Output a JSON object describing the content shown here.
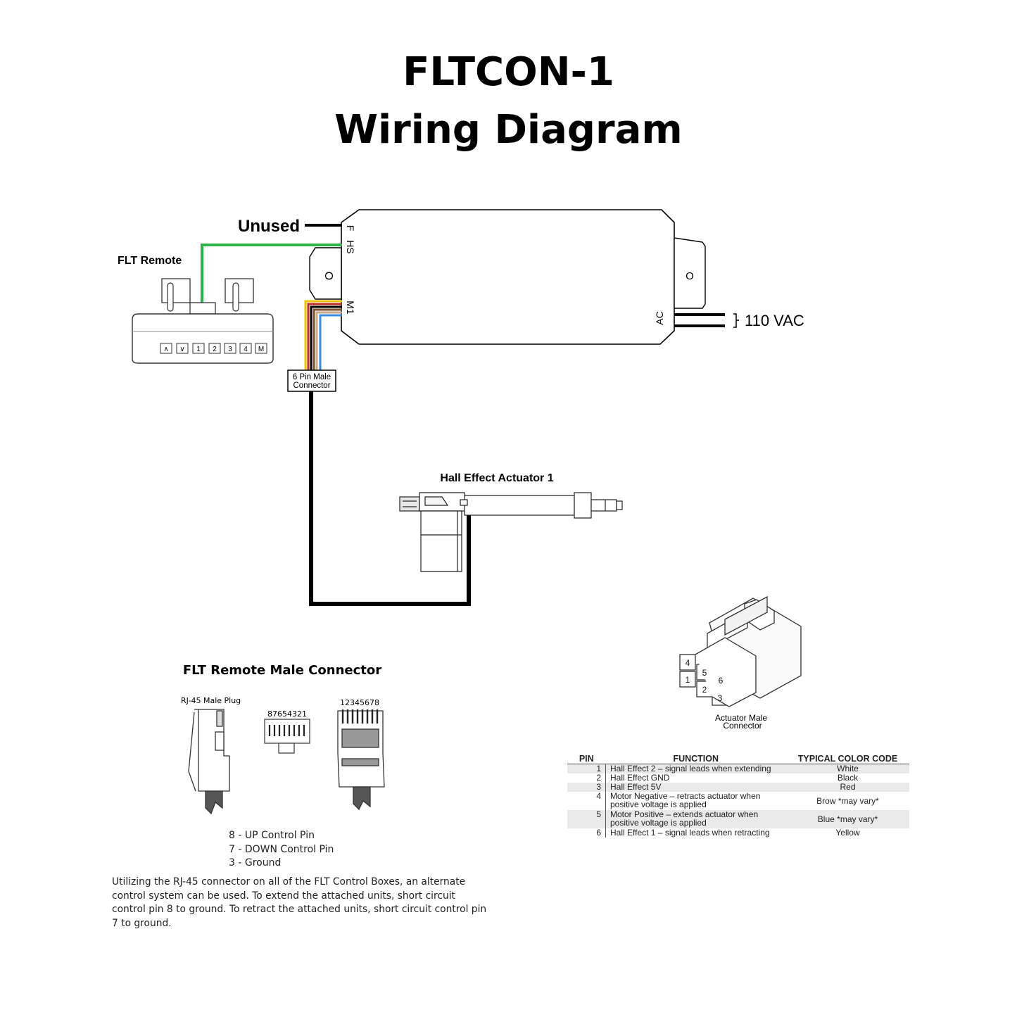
{
  "title": {
    "line1": "FLTCON-1",
    "line2": "Wiring Diagram"
  },
  "control_box": {
    "port_f": "F",
    "port_hs": "HS",
    "port_m1": "M1",
    "port_ac": "AC",
    "left_mark": "O",
    "right_mark": "O"
  },
  "labels": {
    "unused": "Unused",
    "flt_remote": "FLT Remote",
    "voltage": "110 VAC",
    "connector_line1": "6 Pin Male",
    "connector_line2": "Connector",
    "actuator": "Hall Effect Actuator 1",
    "male_connector_line1": "Actuator Male",
    "male_connector_line2": "Connector"
  },
  "remote_buttons": [
    "∧",
    "∨",
    "1",
    "2",
    "3",
    "4",
    "M"
  ],
  "actuator_connector_pins": [
    "4",
    "5",
    "6",
    "1",
    "2",
    "3"
  ],
  "rj45": {
    "heading": "FLT Remote  Male Connector",
    "plug_label": "RJ-45 Male Plug",
    "pins_reversed": "87654321",
    "pins_forward": "12345678",
    "notes": [
      "8 - UP Control Pin",
      "7 - DOWN Control Pin",
      "3 - Ground"
    ],
    "paragraph": "Utilizing the RJ-45 connector on all of the FLT Control Boxes, an alternate control system can be used. To extend the attached units, short circuit control pin 8 to ground. To retract the attached units, short circuit control pin 7 to ground."
  },
  "pin_table": {
    "headers": {
      "pin": "PIN",
      "function": "FUNCTION",
      "color": "TYPICAL COLOR CODE"
    },
    "rows": [
      {
        "pin": "1",
        "function": "Hall Effect 2 – signal leads when extending",
        "color": "White"
      },
      {
        "pin": "2",
        "function": "Hall Effect GND",
        "color": "Black"
      },
      {
        "pin": "3",
        "function": "Hall Effect 5V",
        "color": "Red"
      },
      {
        "pin": "4",
        "function_line1": "Motor Negative – retracts actuator when",
        "function_line2": "positive voltage is applied",
        "color": "Brow",
        "note": "*may vary*"
      },
      {
        "pin": "5",
        "function_line1": "Motor Positive – extends actuator when",
        "function_line2": "positive voltage is applied",
        "color": "Blue",
        "note": "*may vary*"
      },
      {
        "pin": "6",
        "function": "Hall Effect 1 – signal leads when retracting",
        "color": "Yellow"
      }
    ]
  },
  "colors": {
    "hs_wire": "#2db34a",
    "cable": "#000000",
    "m1_wires": [
      "#f2c300",
      "#c0302a",
      "#000000",
      "#7a5230",
      "#3a8ee0",
      "#ffffff"
    ]
  }
}
